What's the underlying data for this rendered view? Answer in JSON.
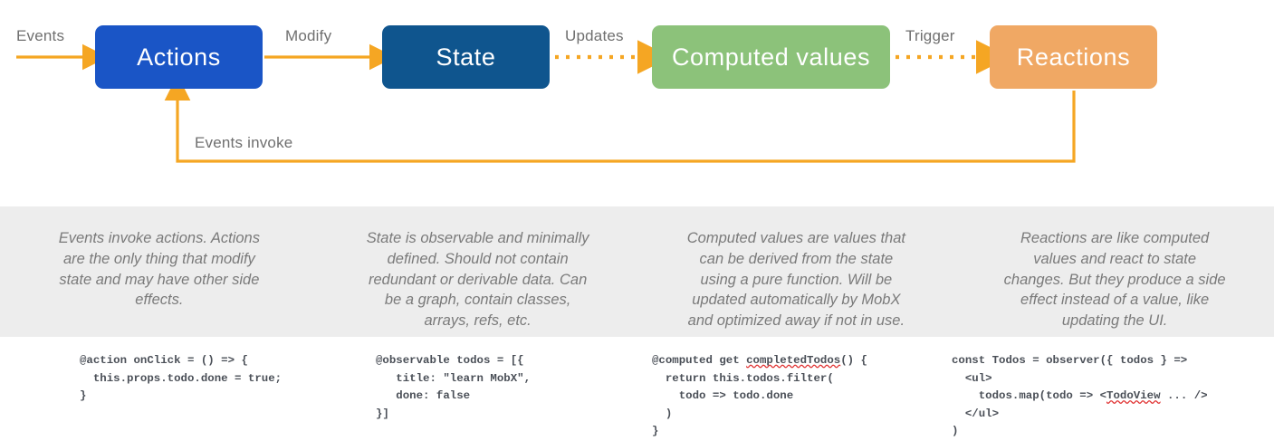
{
  "diagram": {
    "title": "MobX data flow",
    "colors": {
      "actions": "#1A55C6",
      "state": "#0F558E",
      "computed": "#8CC27A",
      "reactions": "#F0A864",
      "arrow": "#F5A623",
      "band": "#EDEDED",
      "label_text": "#6f6f6f"
    },
    "nodes": [
      {
        "id": "actions",
        "label": "Actions"
      },
      {
        "id": "state",
        "label": "State"
      },
      {
        "id": "computed",
        "label": "Computed values"
      },
      {
        "id": "reactions",
        "label": "Reactions"
      }
    ],
    "edges": [
      {
        "id": "events",
        "label": "Events",
        "style": "solid",
        "from": "",
        "to": "actions"
      },
      {
        "id": "modify",
        "label": "Modify",
        "style": "solid",
        "from": "actions",
        "to": "state"
      },
      {
        "id": "updates",
        "label": "Updates",
        "style": "dotted",
        "from": "state",
        "to": "computed"
      },
      {
        "id": "trigger",
        "label": "Trigger",
        "style": "dotted",
        "from": "computed",
        "to": "reactions"
      },
      {
        "id": "events-invoke",
        "label": "Events invoke",
        "style": "solid",
        "from": "reactions",
        "to": "actions"
      }
    ]
  },
  "descriptions": [
    {
      "id": "actions",
      "text": "Events invoke actions. Actions are the only thing that modify state and may have other side effects."
    },
    {
      "id": "state",
      "text": "State is observable and minimally defined. Should not contain redundant or derivable data. Can be a graph, contain classes, arrays, refs, etc."
    },
    {
      "id": "computed",
      "text": "Computed values are values that can be derived from the state using a pure function. Will be updated automatically by MobX and optimized away if not in use."
    },
    {
      "id": "reactions",
      "text": "Reactions are like computed values and react to state changes. But they produce a side effect instead of a value, like updating the UI."
    }
  ],
  "code_samples": [
    {
      "id": "actions",
      "lines": [
        [
          {
            "t": "@action onClick = () => {"
          }
        ],
        [
          {
            "t": "  this.props.todo.done = true;"
          }
        ],
        [
          {
            "t": "}"
          }
        ]
      ]
    },
    {
      "id": "state",
      "lines": [
        [
          {
            "t": "@observable todos = [{"
          }
        ],
        [
          {
            "t": "   title: \"learn MobX\","
          }
        ],
        [
          {
            "t": "   done: false"
          }
        ],
        [
          {
            "t": "}]"
          }
        ]
      ]
    },
    {
      "id": "computed",
      "lines": [
        [
          {
            "t": "@computed get "
          },
          {
            "t": "completedTodos",
            "squiggle": true
          },
          {
            "t": "() {"
          }
        ],
        [
          {
            "t": "  return this.todos.filter("
          }
        ],
        [
          {
            "t": "    todo => todo.done"
          }
        ],
        [
          {
            "t": "  )"
          }
        ],
        [
          {
            "t": "}"
          }
        ]
      ]
    },
    {
      "id": "reactions",
      "lines": [
        [
          {
            "t": "const Todos = observer({ todos } =>"
          }
        ],
        [
          {
            "t": "  <ul>"
          }
        ],
        [
          {
            "t": "    todos.map(todo => <"
          },
          {
            "t": "TodoView",
            "squiggle": true
          },
          {
            "t": " ... />"
          }
        ],
        [
          {
            "t": "  </ul>"
          }
        ],
        [
          {
            "t": ")"
          }
        ]
      ]
    }
  ]
}
